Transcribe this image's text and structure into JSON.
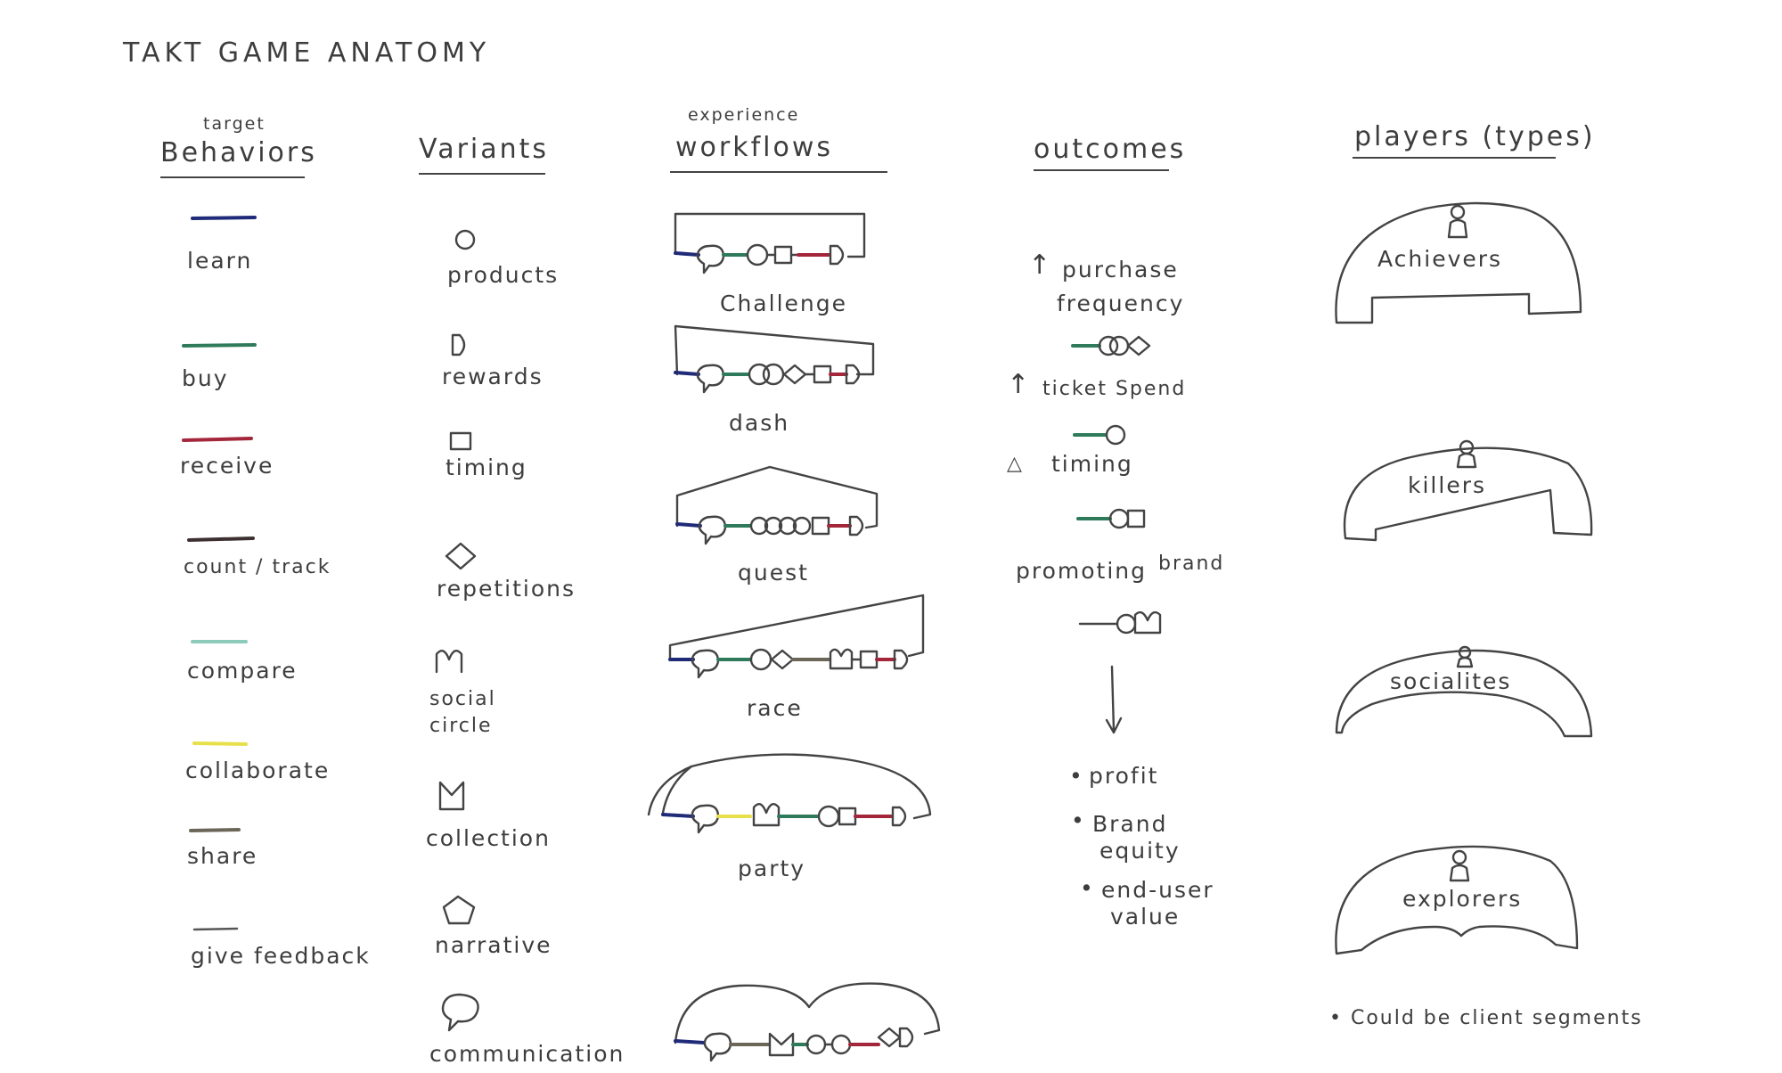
{
  "title": "TAKT GAME ANATOMY",
  "columns": {
    "behaviors": {
      "super": "target",
      "heading": "Behaviors"
    },
    "variants": {
      "heading": "Variants"
    },
    "workflows": {
      "super": "experience",
      "heading": "workflows"
    },
    "outcomes": {
      "heading": "outcomes"
    },
    "players": {
      "heading": "players (types)"
    }
  },
  "behaviors": [
    {
      "label": "learn",
      "color": "#1f2a78"
    },
    {
      "label": "buy",
      "color": "#2e7a5a"
    },
    {
      "label": "receive",
      "color": "#a3263a"
    },
    {
      "label": "count / track",
      "color": "#3d3030"
    },
    {
      "label": "compare",
      "color": "#8ccab9"
    },
    {
      "label": "collaborate",
      "color": "#e8e04a"
    },
    {
      "label": "share",
      "color": "#6b6658"
    },
    {
      "label": "give feedback",
      "color": "#555555"
    }
  ],
  "variants": [
    {
      "label": "products",
      "icon": "circle-icon"
    },
    {
      "label": "rewards",
      "icon": "d-shape-icon"
    },
    {
      "label": "timing",
      "icon": "square-icon"
    },
    {
      "label": "repetitions",
      "icon": "diamond-icon"
    },
    {
      "label": "social",
      "label2": "circle",
      "icon": "m-shape-icon"
    },
    {
      "label": "collection",
      "icon": "cup-icon"
    },
    {
      "label": "narrative",
      "icon": "pentagon-icon"
    },
    {
      "label": "communication",
      "icon": "speech-bubble-icon"
    }
  ],
  "workflows": [
    {
      "label": "Challenge"
    },
    {
      "label": "dash"
    },
    {
      "label": "quest"
    },
    {
      "label": "race"
    },
    {
      "label": "party"
    },
    {
      "label": ""
    }
  ],
  "outcomes": {
    "purchase_arrow": "↑",
    "purchase_line1": "purchase",
    "purchase_line2": "frequency",
    "ticket_arrow": "↑",
    "ticket": "ticket Spend",
    "timing_symbol": "△",
    "timing": "timing",
    "promoting": "promoting",
    "brand": "brand",
    "results": [
      {
        "bullet": "•",
        "line1": "profit",
        "line2": ""
      },
      {
        "bullet": "•",
        "line1": "Brand",
        "line2": "equity"
      },
      {
        "bullet": "•",
        "line1": "end-user",
        "line2": "value"
      }
    ]
  },
  "players": [
    {
      "label": "Achievers"
    },
    {
      "label": "killers"
    },
    {
      "label": "socialites"
    },
    {
      "label": "explorers"
    }
  ],
  "players_note": "• Could be client segments"
}
